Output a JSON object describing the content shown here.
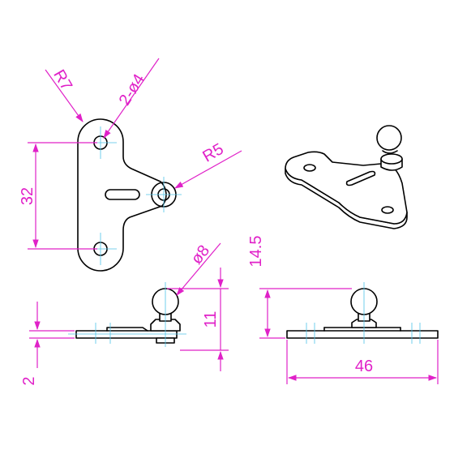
{
  "colors": {
    "dimension": "#e021c8",
    "centerline": "#4fc3e8",
    "outline": "#000000",
    "background": "#ffffff"
  },
  "dimensions": {
    "corner_radius": "R7",
    "holes": "2-ø4",
    "ball_boss_radius": "R5",
    "hole_spacing": "32",
    "ball_diameter": "ø8",
    "ball_height": "11",
    "plate_thickness": "2",
    "overall_height": "14.5",
    "plate_length": "46"
  }
}
